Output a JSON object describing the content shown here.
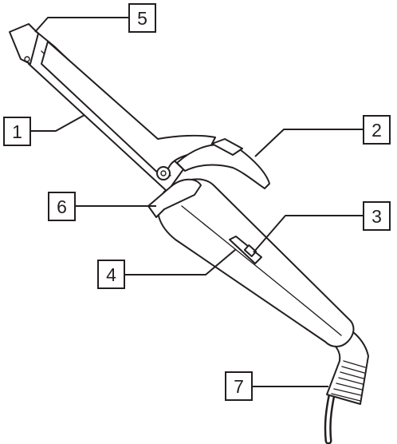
{
  "callouts": [
    {
      "id": "1",
      "label": "1"
    },
    {
      "id": "2",
      "label": "2"
    },
    {
      "id": "3",
      "label": "3"
    },
    {
      "id": "4",
      "label": "4"
    },
    {
      "id": "5",
      "label": "5"
    },
    {
      "id": "6",
      "label": "6"
    },
    {
      "id": "7",
      "label": "7"
    }
  ],
  "colors": {
    "line": "#231f20",
    "background": "#ffffff"
  }
}
